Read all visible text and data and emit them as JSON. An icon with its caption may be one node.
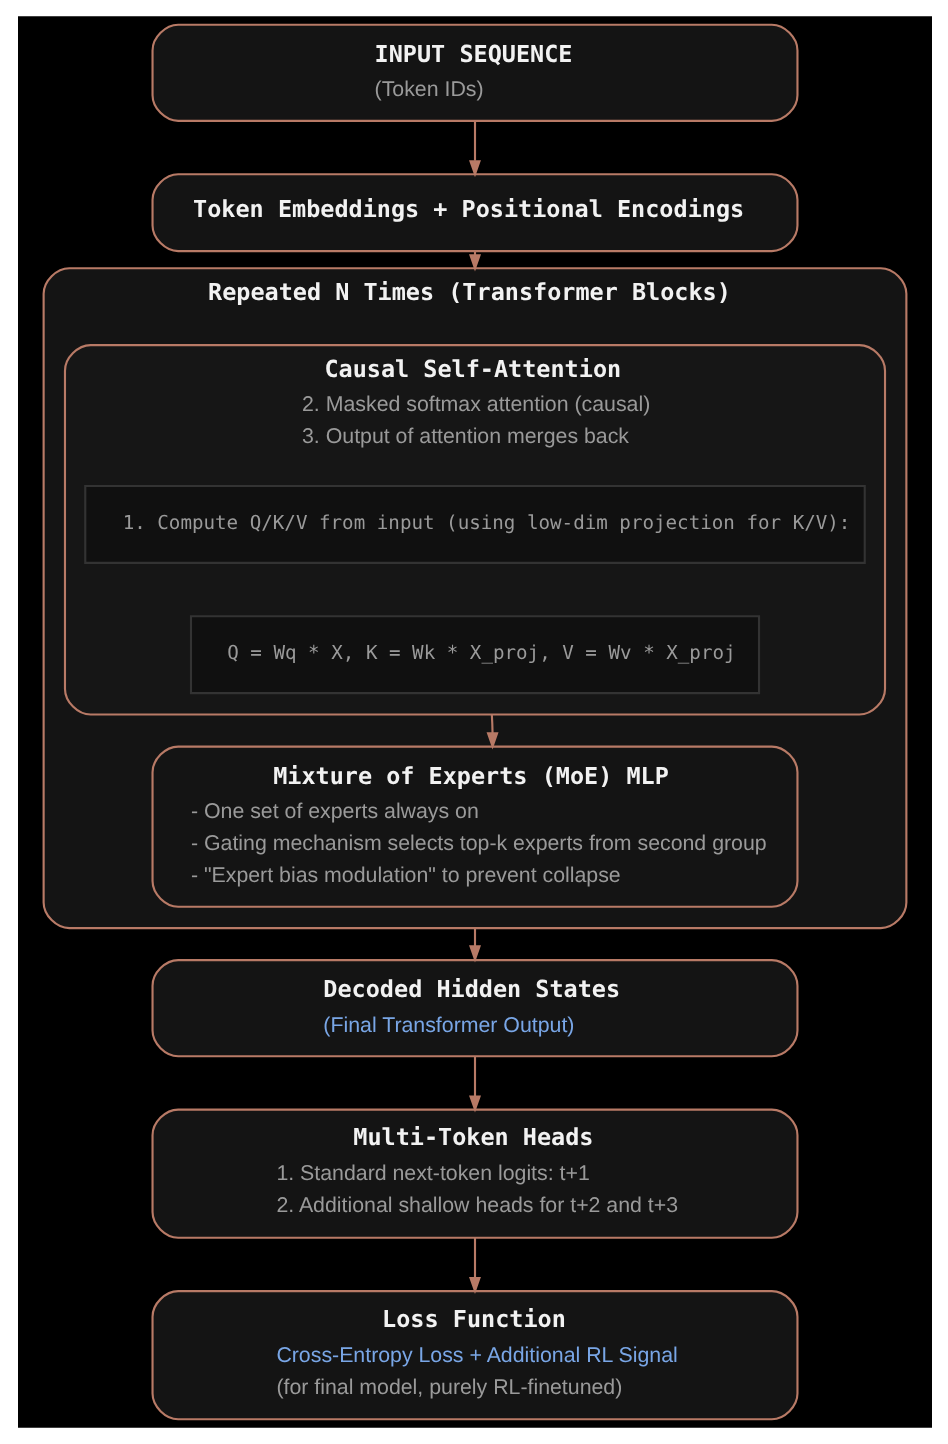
{
  "diagram": {
    "nodes": [
      {
        "text": [
          "INPUT SEQUENCE",
          "(Token IDs)"
        ]
      },
      {
        "text": [
          "Token Embeddings + Positional Encodings"
        ]
      },
      {
        "text": [
          "Repeated N Times (Transformer Blocks)"
        ]
      },
      {
        "text": [
          "Causal Self-Attention",
          "2. Masked softmax attention (causal)",
          "3. Output of attention merges back"
        ],
        "in": 2
      },
      {
        "text": [
          "1. Compute Q/K/V from input (using low-dim projection for K/V):"
        ],
        "in": 3
      },
      {
        "text": [
          "Q = Wq * X, K = Wk * X_proj, V = Wv * X_proj"
        ],
        "in": 3
      },
      {
        "text": [
          "Mixture of Experts (MoE) MLP",
          "- One set of experts always on",
          "- Gating mechanism selects top-k experts from second group",
          "- \"Expert bias modulation\" to prevent collapse"
        ],
        "in": 2
      },
      {
        "text": [
          "Decoded Hidden States",
          "(Final Transformer Output)"
        ]
      },
      {
        "text": [
          "Multi-Token Heads",
          "1. Standard next-token logits: t+1",
          "2. Additional shallow heads for t+2 and t+3"
        ]
      },
      {
        "text": [
          "Loss Function",
          "Cross-Entropy Loss + Additional RL Signal",
          "(for final model, purely RL-finetuned)"
        ]
      }
    ],
    "edges": [
      {
        "from": 0,
        "to": 1,
        "arrow": "to"
      },
      {
        "from": 1,
        "to": 2,
        "arrow": "to"
      },
      {
        "from": 3,
        "to": 6,
        "arrow": "to"
      },
      {
        "from": 2,
        "to": 7,
        "arrow": "to"
      },
      {
        "from": 7,
        "to": 8,
        "arrow": "to"
      },
      {
        "from": 8,
        "to": 9,
        "arrow": "to"
      }
    ]
  }
}
